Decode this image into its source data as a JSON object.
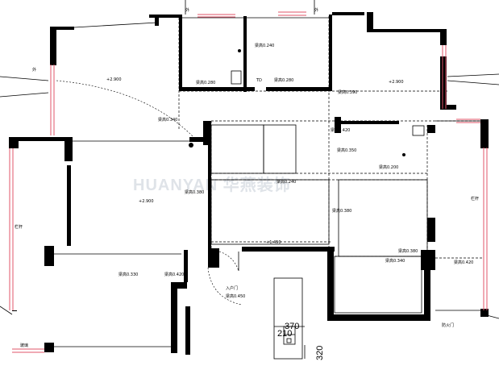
{
  "labels": {
    "wai_top_left": "外",
    "wai_top_right": "外",
    "wai_left": "外",
    "level_tl": "+2.900",
    "level_tr": "+2.900",
    "level_living": "+2.900",
    "level_entry": "+1.450",
    "ceil_k1": "梁高0.240",
    "ceil_k2": "梁高0.280",
    "ceil_k3": "梁高0.280",
    "ceil_k4": "梁高0.390",
    "ceil_k5": "梁高0.420",
    "ceil_k6": "梁高0.340",
    "ceil_k7": "梁高0.350",
    "ceil_k8": "梁高0.200",
    "ceil_k9": "梁高0.380",
    "ceil_k10": "梁高0.380",
    "ceil_k11": "梁高0.340",
    "ceil_k12": "梁高0.240",
    "ceil_k13": "梁高0.420",
    "ceil_k14": "梁高0.330",
    "ceil_k15": "梁高0.420",
    "ceil_k16": "梁高0.450",
    "ceil_k17": "梁高0.380",
    "tag_td": "TD",
    "railing_left": "栏杆",
    "railing_right": "栏杆",
    "entry_door": "入户门",
    "fire_door": "防火门",
    "win_bottom": "玻璃",
    "watermark": "HUANYAN 华燕装饰",
    "dim_370": "370",
    "dim_210": "210",
    "dim_320": "320"
  }
}
